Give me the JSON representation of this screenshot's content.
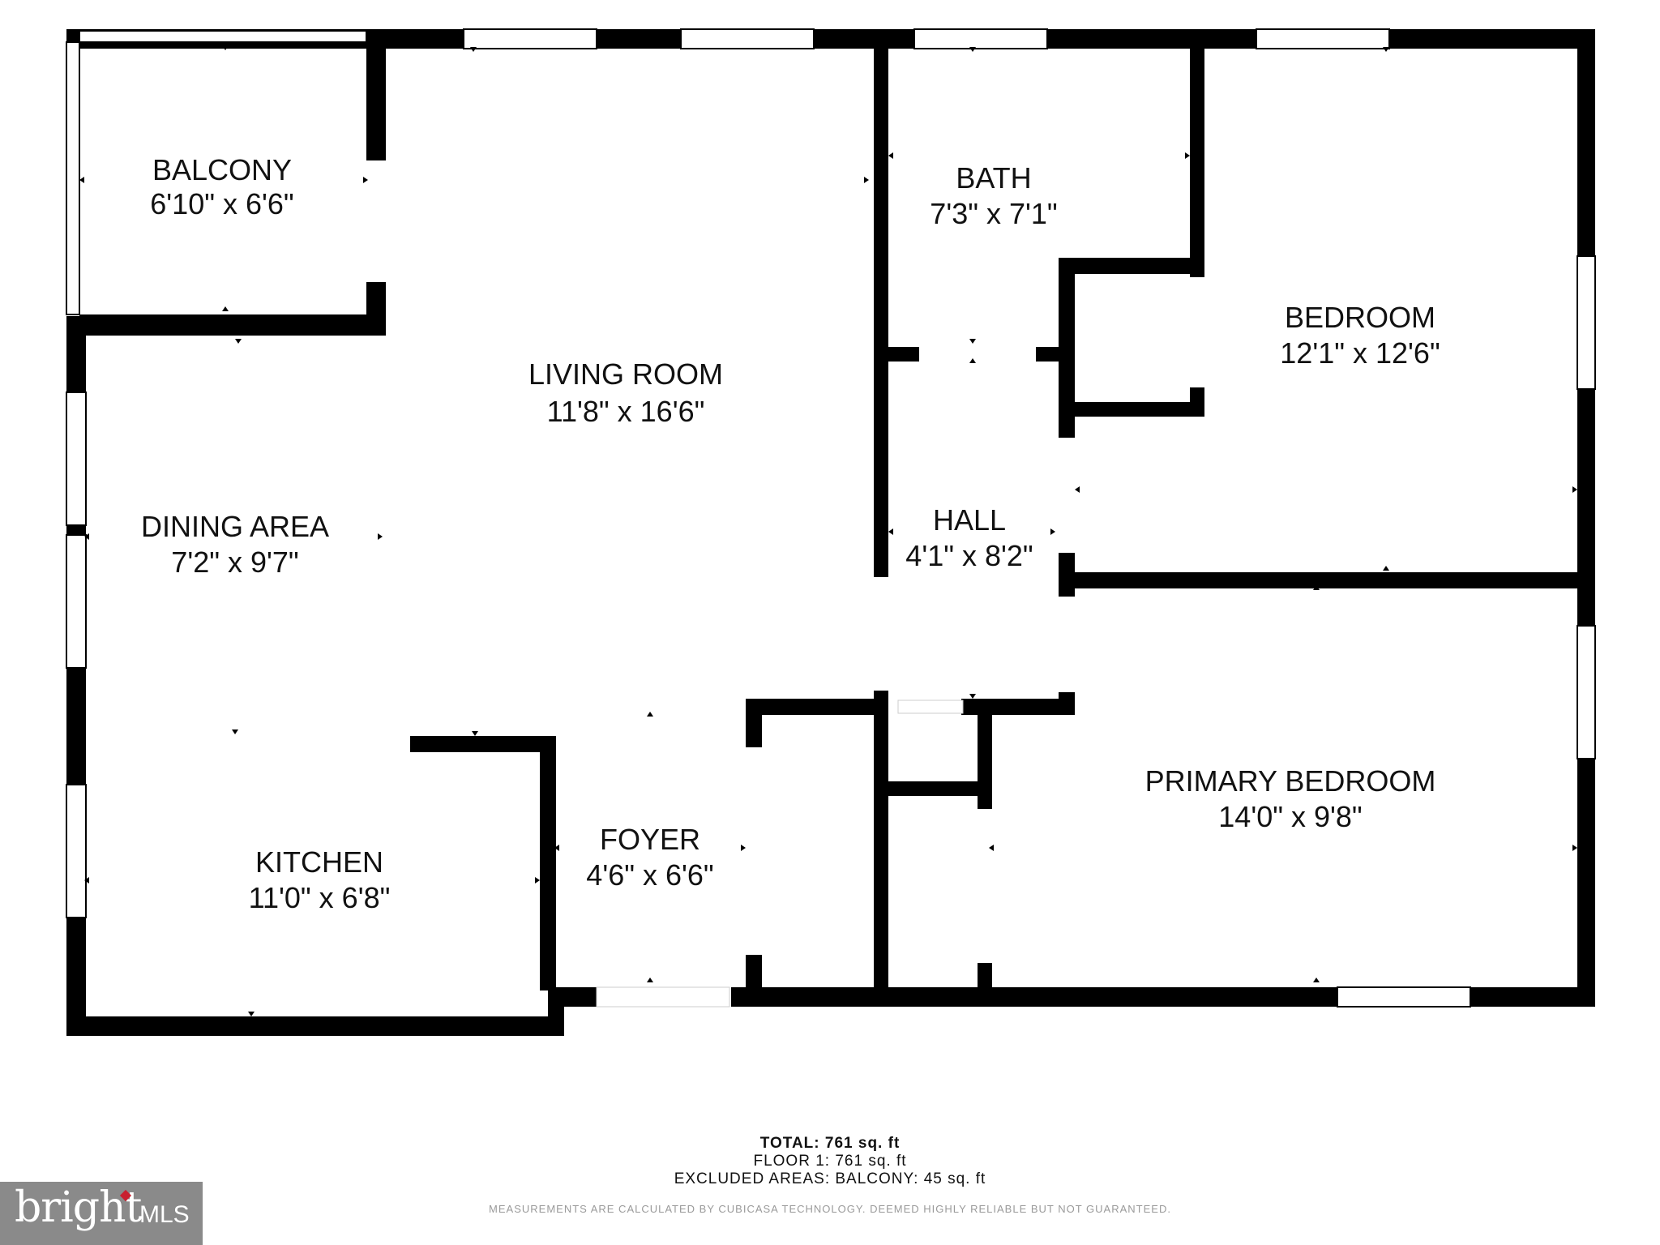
{
  "rooms": {
    "balcony": {
      "name": "BALCONY",
      "dims": "6'10\" x 6'6\""
    },
    "living": {
      "name": "LIVING ROOM",
      "dims": "11'8\" x 16'6\""
    },
    "bath": {
      "name": "BATH",
      "dims": "7'3\" x 7'1\""
    },
    "bedroom": {
      "name": "BEDROOM",
      "dims": "12'1\" x 12'6\""
    },
    "dining": {
      "name": "DINING AREA",
      "dims": "7'2\" x 9'7\""
    },
    "hall": {
      "name": "HALL",
      "dims": "4'1\" x 8'2\""
    },
    "primary": {
      "name": "PRIMARY BEDROOM",
      "dims": "14'0\" x 9'8\""
    },
    "kitchen": {
      "name": "KITCHEN",
      "dims": "11'0\" x 6'8\""
    },
    "foyer": {
      "name": "FOYER",
      "dims": "4'6\" x 6'6\""
    }
  },
  "summary": {
    "total_label": "TOTAL:",
    "total_value": "761 sq. ft",
    "floor": "FLOOR 1: 761 sq. ft",
    "excluded": "EXCLUDED AREAS: BALCONY: 45 sq. ft",
    "disclaimer": "MEASUREMENTS ARE CALCULATED BY CUBICASA TECHNOLOGY. DEEMED HIGHLY RELIABLE BUT NOT GUARANTEED."
  },
  "logo": {
    "word": "bright",
    "suffix": "MLS"
  },
  "colors": {
    "wall": "#000000",
    "background": "#ffffff",
    "logo_bg": "#8a8a8a",
    "logo_accent": "#c8202f"
  }
}
